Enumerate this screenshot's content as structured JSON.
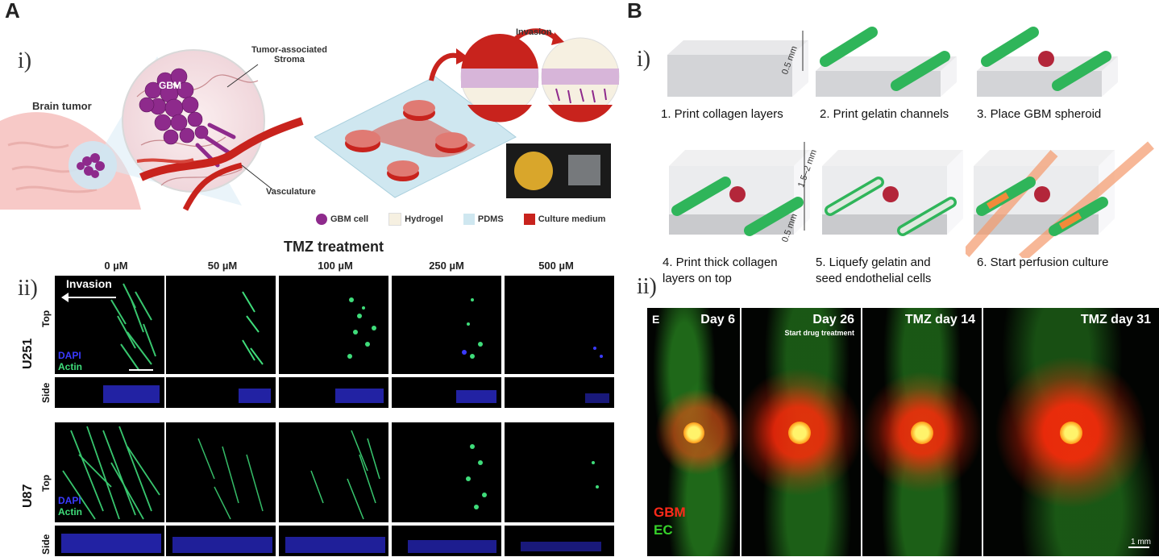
{
  "panelA": {
    "letter": "A",
    "roman_i": "i)",
    "roman_ii": "ii)",
    "labels": {
      "brain_tumor": "Brain tumor",
      "gbm": "GBM",
      "stroma": "Tumor-associated\nStroma",
      "vasculature": "Vasculature",
      "invasion_top": "Invasion"
    },
    "legend": [
      {
        "label": "GBM cell",
        "color": "#8e2a8c"
      },
      {
        "label": "Hydrogel",
        "color": "#f6f0e1"
      },
      {
        "label": "PDMS",
        "color": "#cfe7f0"
      },
      {
        "label": "Culture medium",
        "color": "#c8231d"
      }
    ],
    "treatment_title": "TMZ treatment",
    "concentrations": [
      "0 µM",
      "50 µM",
      "100 µM",
      "250 µM",
      "500 µM"
    ],
    "rows": [
      {
        "cell_line": "U251",
        "top": "Top",
        "side": "Side"
      },
      {
        "cell_line": "U87",
        "top": "Top",
        "side": "Side"
      }
    ],
    "invasion_label": "Invasion",
    "stain_dapi": "DAPI",
    "stain_actin": "Actin"
  },
  "panelB": {
    "letter": "B",
    "roman_i": "i)",
    "roman_ii": "ii)",
    "dim_05_top": "0.5 mm",
    "dim_thick": "1.5–2 mm",
    "dim_05_bottom": "0.5 mm",
    "steps": [
      "1. Print collagen layers",
      "2. Print gelatin channels",
      "3. Place GBM spheroid",
      "4. Print thick collagen\nlayers on top",
      "5. Liquefy gelatin and\nseed endothelial cells",
      "6. Start perfusion culture"
    ],
    "fluor": {
      "corner_letter": "E",
      "days": [
        "Day 6",
        "Day 26",
        "TMZ day 14",
        "TMZ day 31"
      ],
      "subnote": "Start drug treatment",
      "gbm": "GBM",
      "ec": "EC",
      "scale": "1 mm",
      "colors": {
        "gbm": "#ff2a1a",
        "ec": "#36d12a"
      }
    }
  }
}
